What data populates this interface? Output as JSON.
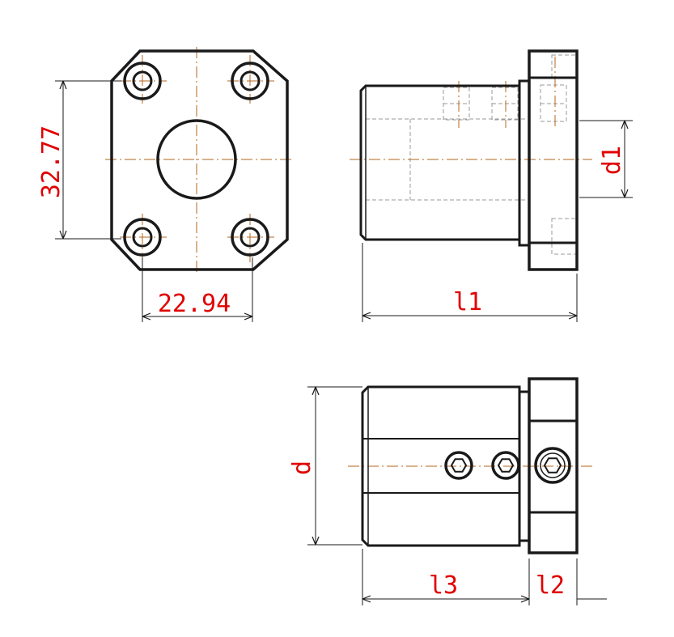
{
  "colors": {
    "outline": "#1a1a1a",
    "centerline": "#b5651d",
    "hidden": "#9a9a9a",
    "dimension_line": "#1a1a1a",
    "dimension_text": "#e00000"
  },
  "dimensions": {
    "front_height": "32.77",
    "front_width": "22.94",
    "side_diameter": "d1",
    "side_length": "l1",
    "bottom_diameter": "d",
    "bottom_body_length": "l3",
    "bottom_flange_length": "l2"
  }
}
